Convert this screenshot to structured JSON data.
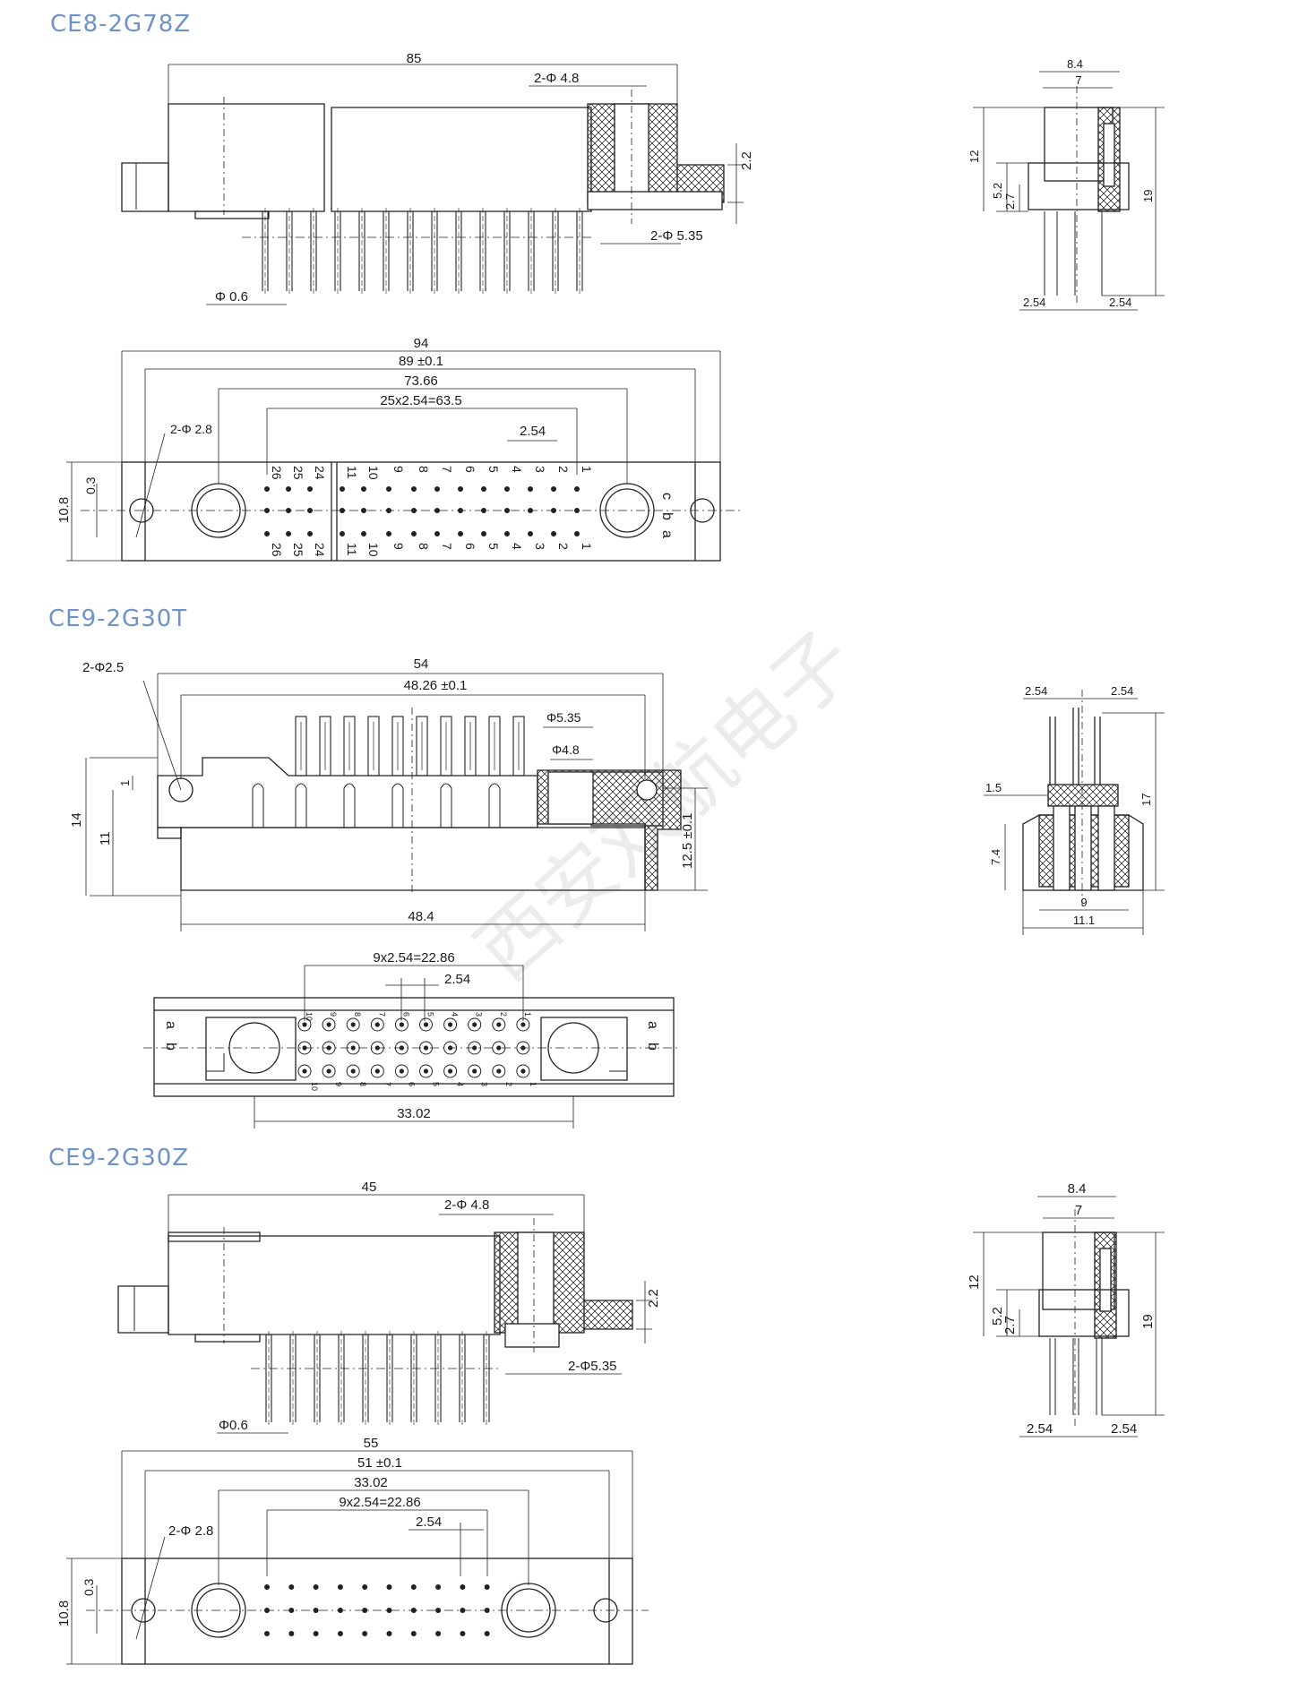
{
  "sections": [
    {
      "id": "ce8",
      "title": "CE8-2G78Z"
    },
    {
      "id": "ce9t",
      "title": "CE9-2G30T"
    },
    {
      "id": "ce9z",
      "title": "CE9-2G30Z"
    }
  ],
  "watermark": "西安双航电子",
  "ce8": {
    "side": {
      "d_len": "85",
      "d_hole": "2-Φ 4.8",
      "d_step": "2.2",
      "d_bot_hole": "2-Φ 5.35",
      "d_pin": "Φ 0.6"
    },
    "front": {
      "d94": "94",
      "d89": "89 ±0.1",
      "d73": "73.66",
      "d63": "25x2.54=63.5",
      "d254": "2.54",
      "d28": "2-Φ 2.8",
      "d03": "0.3",
      "d108": "10.8",
      "top_nums": [
        "26",
        "25",
        "24",
        "11",
        "10",
        "9",
        "8",
        "7",
        "6",
        "5",
        "4",
        "3",
        "2",
        "1"
      ],
      "row_letters": [
        "c",
        "b",
        "a"
      ]
    },
    "end": {
      "d84": "8.4",
      "d7": "7",
      "d12": "12",
      "d52": "5.2",
      "d27": "2.7",
      "d19": "19",
      "d254a": "2.54",
      "d254b": "2.54"
    }
  },
  "ce9t": {
    "side": {
      "d25": "2-Φ2.5",
      "d54": "54",
      "d4826": "48.26 ±0.1",
      "d535": "Φ5.35",
      "d48": "Φ4.8",
      "d14": "14",
      "d11": "11",
      "d1": "1",
      "d125": "12.5 ±0.1",
      "d484": "48.4"
    },
    "front": {
      "d2286": "9x2.54=22.86",
      "d254": "2.54",
      "d3302": "33.02",
      "row_letters": [
        "a",
        "b"
      ],
      "top_nums": [
        "10",
        "9",
        "8",
        "7",
        "6",
        "5",
        "4",
        "3",
        "2",
        "1"
      ]
    },
    "end": {
      "d254a": "2.54",
      "d254b": "2.54",
      "d15": "1.5",
      "d17": "17",
      "d74": "7.4",
      "d9": "9",
      "d111": "11.1"
    }
  },
  "ce9z": {
    "side": {
      "d45": "45",
      "d48": "2-Φ 4.8",
      "d22": "2.2",
      "d535": "2-Φ5.35",
      "d06": "Φ0.6"
    },
    "front": {
      "d55": "55",
      "d51": "51 ±0.1",
      "d3302": "33.02",
      "d2286": "9x2.54=22.86",
      "d254": "2.54",
      "d28": "2-Φ 2.8",
      "d03": "0.3",
      "d108": "10.8"
    },
    "end": {
      "d84": "8.4",
      "d7": "7",
      "d12": "12",
      "d52": "5.2",
      "d27": "2.7",
      "d19": "19",
      "d254a": "2.54",
      "d254b": "2.54"
    }
  }
}
